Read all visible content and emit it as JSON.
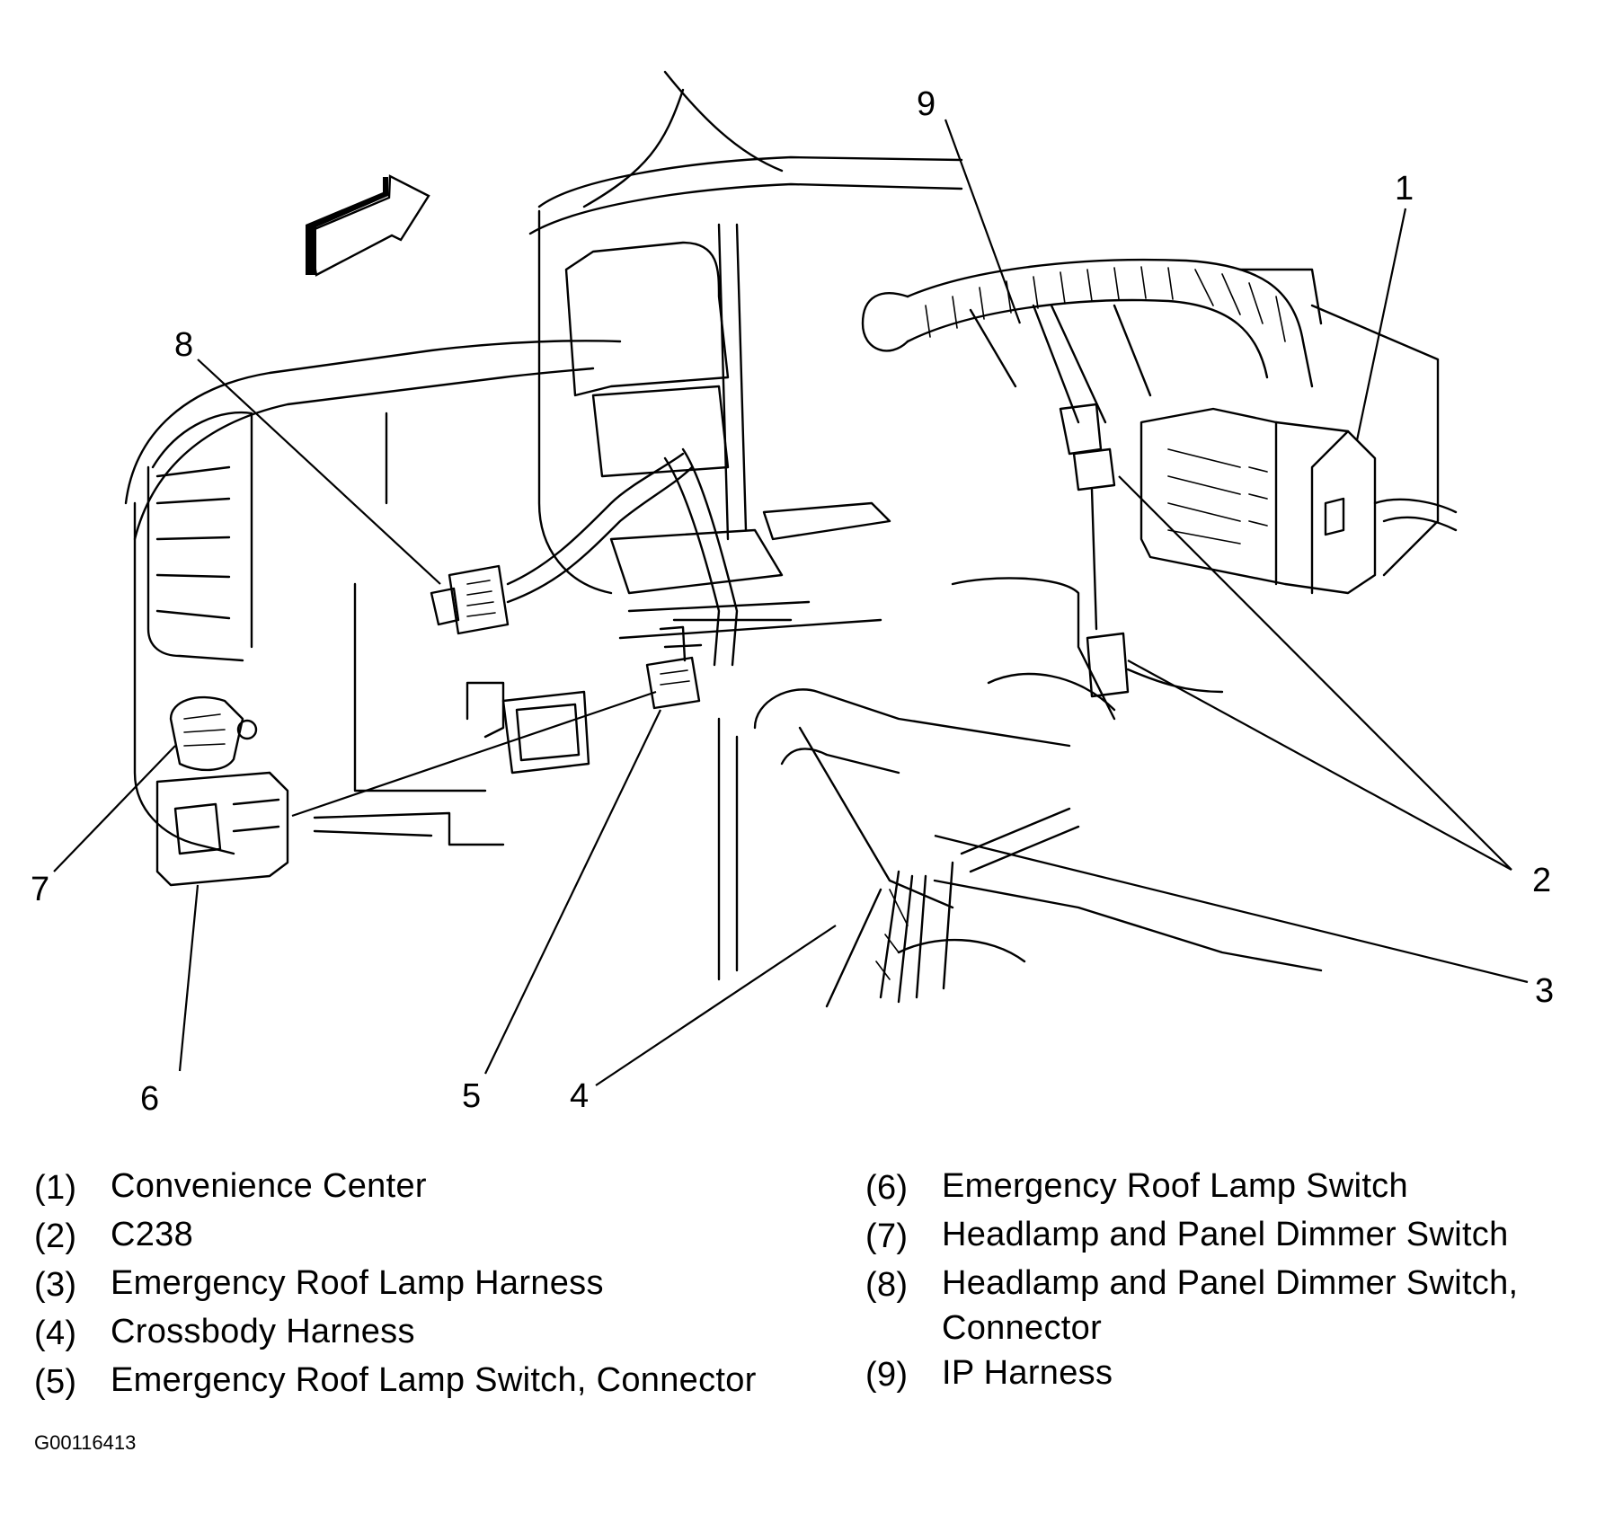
{
  "diagram": {
    "title": "Emergency Roof Lamp Switch component location",
    "figure_id": "G00116413",
    "callouts": [
      {
        "id": "1",
        "label": "1"
      },
      {
        "id": "2",
        "label": "2"
      },
      {
        "id": "3",
        "label": "3"
      },
      {
        "id": "4",
        "label": "4"
      },
      {
        "id": "5",
        "label": "5"
      },
      {
        "id": "6",
        "label": "6"
      },
      {
        "id": "7",
        "label": "7"
      },
      {
        "id": "8",
        "label": "8"
      },
      {
        "id": "9",
        "label": "9"
      }
    ],
    "direction_arrow": "front-of-vehicle-arrow"
  },
  "legend": {
    "left": [
      {
        "num": "(1)",
        "text": "Convenience Center"
      },
      {
        "num": "(2)",
        "text": "C238"
      },
      {
        "num": "(3)",
        "text": "Emergency Roof Lamp Harness"
      },
      {
        "num": "(4)",
        "text": "Crossbody Harness"
      },
      {
        "num": "(5)",
        "text": "Emergency Roof Lamp Switch, Connector"
      }
    ],
    "right": [
      {
        "num": "(6)",
        "text": "Emergency Roof Lamp Switch"
      },
      {
        "num": "(7)",
        "text": "Headlamp and Panel Dimmer Switch"
      },
      {
        "num": "(8)",
        "text": "Headlamp and Panel Dimmer Switch,\nConnector"
      },
      {
        "num": "(9)",
        "text": "IP Harness"
      }
    ]
  }
}
